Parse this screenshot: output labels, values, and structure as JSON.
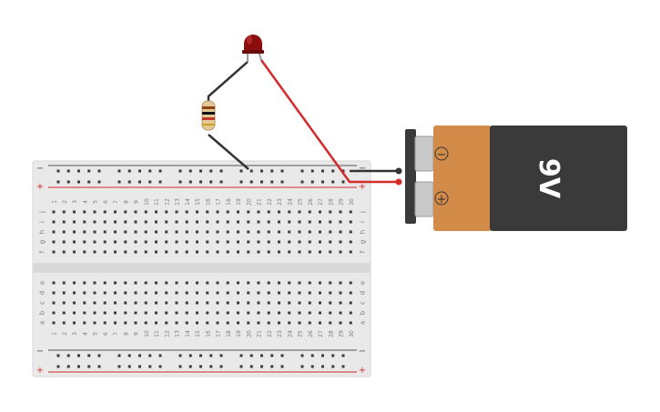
{
  "breadboard": {
    "columns": [
      "1",
      "2",
      "3",
      "4",
      "5",
      "6",
      "7",
      "8",
      "9",
      "10",
      "11",
      "12",
      "13",
      "14",
      "15",
      "16",
      "17",
      "18",
      "19",
      "20",
      "21",
      "22",
      "23",
      "24",
      "25",
      "26",
      "27",
      "28",
      "29",
      "30"
    ],
    "top_rows": [
      "j",
      "i",
      "h",
      "g",
      "f"
    ],
    "bottom_rows": [
      "e",
      "d",
      "c",
      "b",
      "a"
    ],
    "rail_minus": "−",
    "rail_plus": "+"
  },
  "battery": {
    "label": "9V",
    "negative_symbol": "−",
    "positive_symbol": "+"
  },
  "colors": {
    "wire_red": "#d42a2a",
    "wire_black": "#333333",
    "led": "#8b0d0d",
    "battery_body": "#d38b4a",
    "battery_cap": "#3a3a3a",
    "breadboard": "#e9e9e9"
  }
}
